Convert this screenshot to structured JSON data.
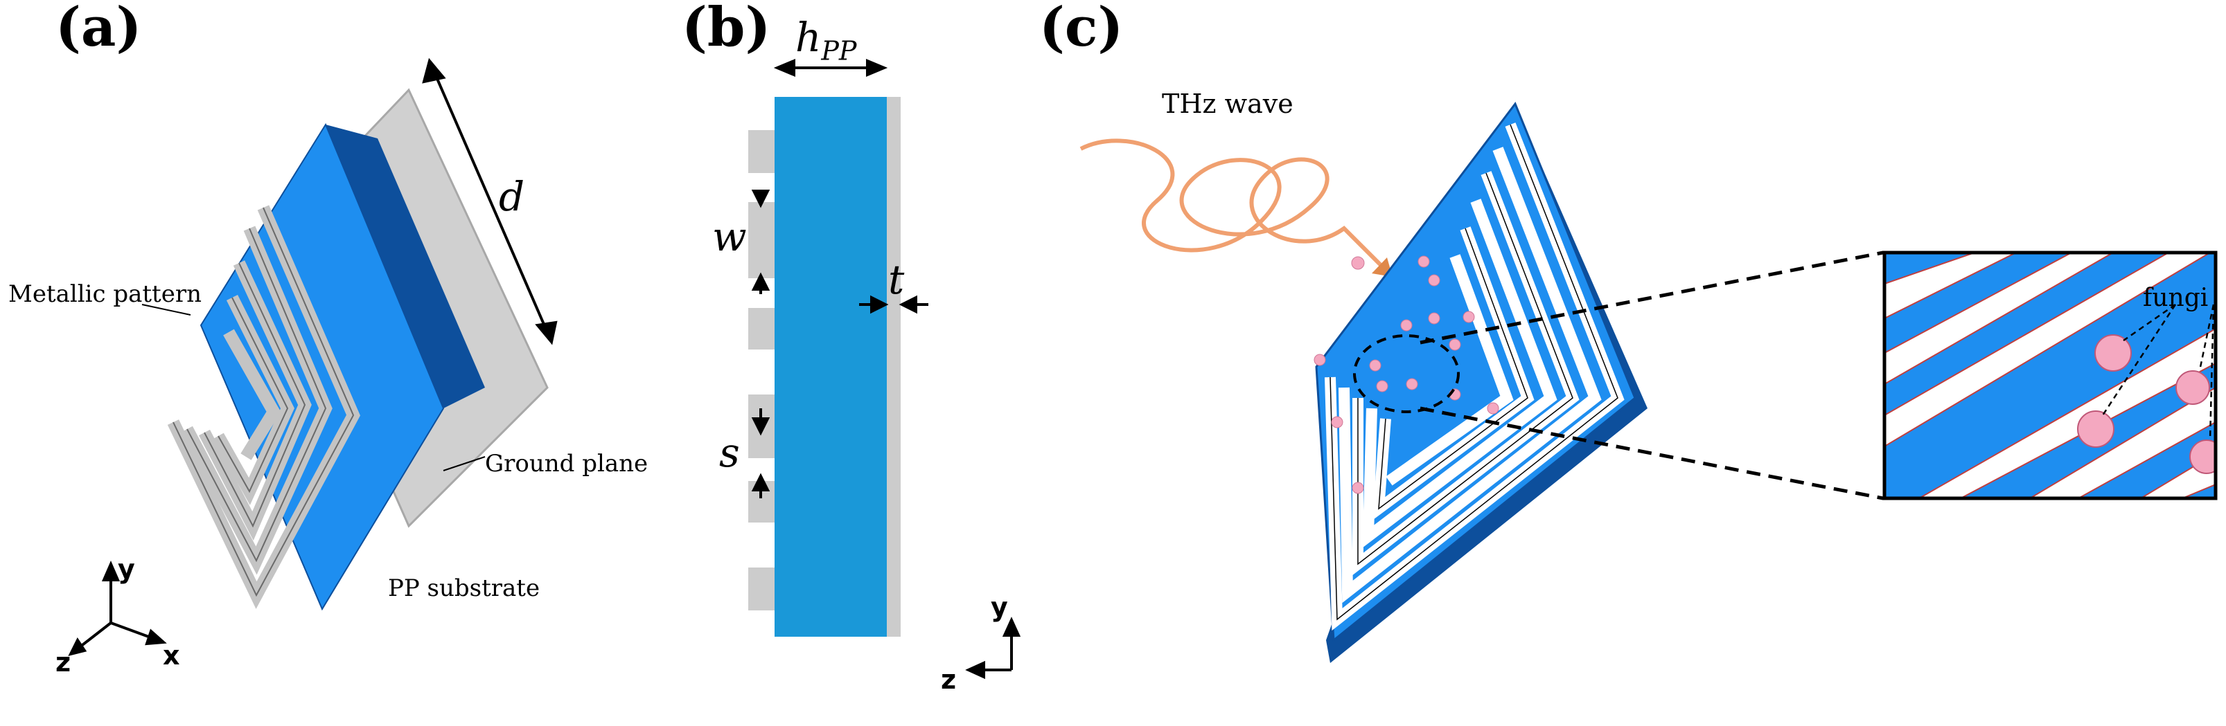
{
  "panels": {
    "a": {
      "label": "(a)",
      "annotations": {
        "metallic_pattern": "Metallic pattern",
        "ground_plane": "Ground plane",
        "pp_substrate": "PP substrate",
        "d": "d"
      },
      "axes": {
        "y": "y",
        "z": "z",
        "x": "x"
      }
    },
    "b": {
      "label": "(b)",
      "annotations": {
        "h_pp": "h",
        "h_pp_sub": "PP",
        "w": "w",
        "t": "t",
        "s": "s"
      },
      "axes": {
        "y": "y",
        "z": "z"
      }
    },
    "c": {
      "label": "(c)",
      "annotations": {
        "thz_wave": "THz wave",
        "fungi": "fungi"
      }
    }
  },
  "colors": {
    "substrate_light": "#1a98d8",
    "substrate_front": "#1e8ef0",
    "substrate_dark": "#0d4f9c",
    "metal": "#c8c8c8",
    "ground": "#d3d3d3",
    "wave": "#f0a070",
    "fungi": "#f4a8c0"
  }
}
